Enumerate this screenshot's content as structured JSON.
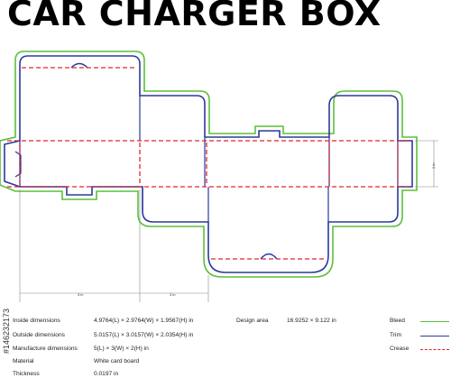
{
  "title": "CAR CHARGER BOX",
  "watermark_id": "#146232173",
  "dimension_labels": {
    "bottom_left": "3 in",
    "bottom_right": "3 in",
    "right_side": "2 in"
  },
  "specs": [
    {
      "label": "Inside dimensions",
      "value": "4.9764(L) × 2.9764(W) × 1.9567(H) in"
    },
    {
      "label": "Outside dimensions",
      "value": "5.0157(L) × 3.0157(W) × 2.0354(H) in"
    },
    {
      "label": "Manufacture dimensions",
      "value": "5(L) × 3(W) × 2(H) in"
    },
    {
      "label": "Material",
      "value": "White card board"
    },
    {
      "label": "Thickness",
      "value": "0.0197 in"
    }
  ],
  "design_area": {
    "label": "Design area",
    "value": "16.9252 × 9.122 in"
  },
  "legend": [
    {
      "label": "Bleed",
      "color": "#5bbf3a",
      "style": "solid"
    },
    {
      "label": "Trim",
      "color": "#2b3a9a",
      "style": "solid"
    },
    {
      "label": "Crease",
      "color": "#e0262a",
      "style": "dashed"
    }
  ],
  "colors": {
    "bleed": "#5bbf3a",
    "trim": "#2b3a9a",
    "crease": "#e0262a",
    "dimension": "#888888"
  }
}
